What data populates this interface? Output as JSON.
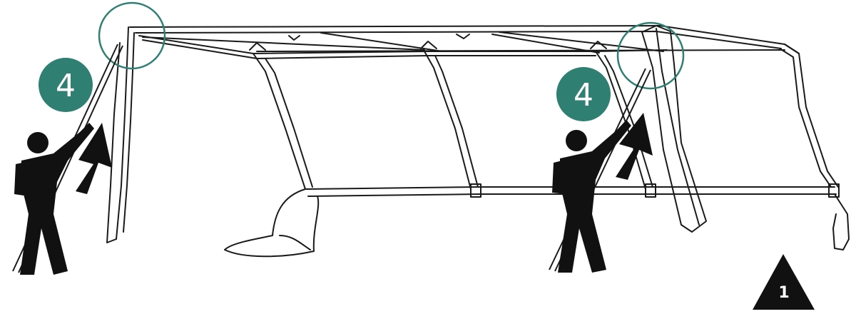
{
  "step_badges": [
    {
      "label": "4"
    },
    {
      "label": "4"
    }
  ],
  "page_marker": {
    "label": "1"
  },
  "colors": {
    "badge_fill": "#2f7f73",
    "badge_text": "#ffffff",
    "highlight_circle": "#2f7f73",
    "line_art": "#1a1a1a",
    "figure": "#111111",
    "marker_fill": "#111111",
    "marker_text": "#ffffff"
  },
  "icons": {
    "person": "person-lifting-icon",
    "arrow": "arrow-up-icon",
    "marker": "triangle-marker-icon"
  }
}
